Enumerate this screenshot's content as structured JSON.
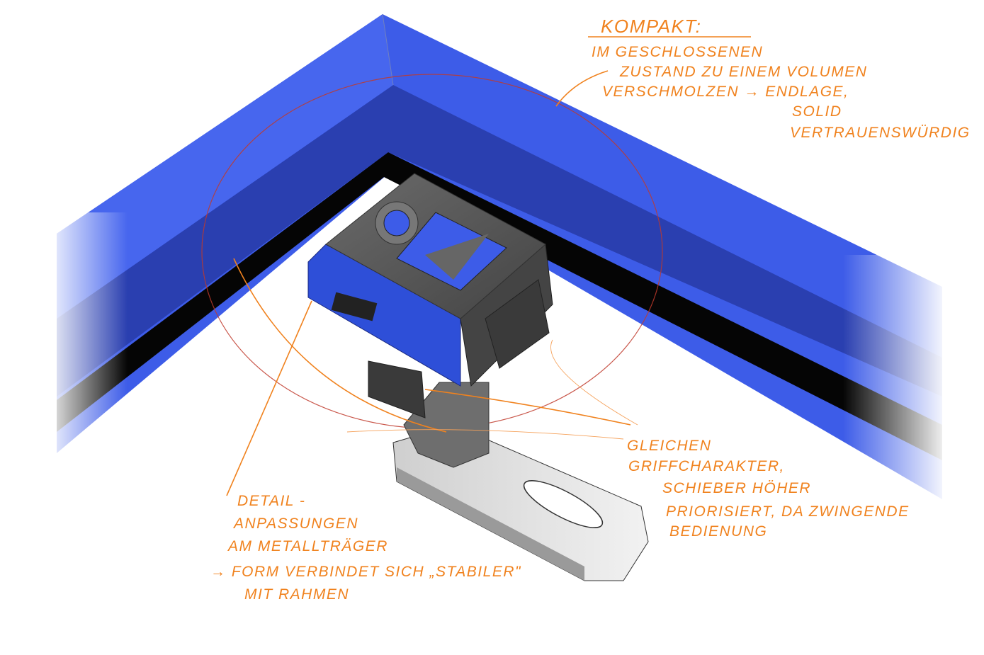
{
  "annotations": {
    "compact": {
      "title": "KOMPAKT:",
      "lines": [
        "IM GESCHLOSSENEN",
        "ZUSTAND ZU EINEM VOLUMEN",
        "VERSCHMOLZEN → ENDLAGE,",
        "SOLID",
        "VERTRAUENSWÜRDIG"
      ]
    },
    "grip": {
      "lines": [
        "GLEICHEN",
        "GRIFFCHARAKTER,",
        "SCHIEBER HÖHER",
        "PRIORISIERT, DA ZWINGENDE",
        "BEDIENUNG"
      ]
    },
    "detail": {
      "lines": [
        "DETAIL -",
        "ANPASSUNGEN",
        "AM METALLTRÄGER",
        "→ FORM VERBINDET SICH „STABILER\"",
        "MIT RAHMEN"
      ]
    }
  },
  "colors": {
    "frame": "#3a5be6",
    "ink": "#f0821e",
    "part": "#555555",
    "circle": "#c0392b"
  }
}
